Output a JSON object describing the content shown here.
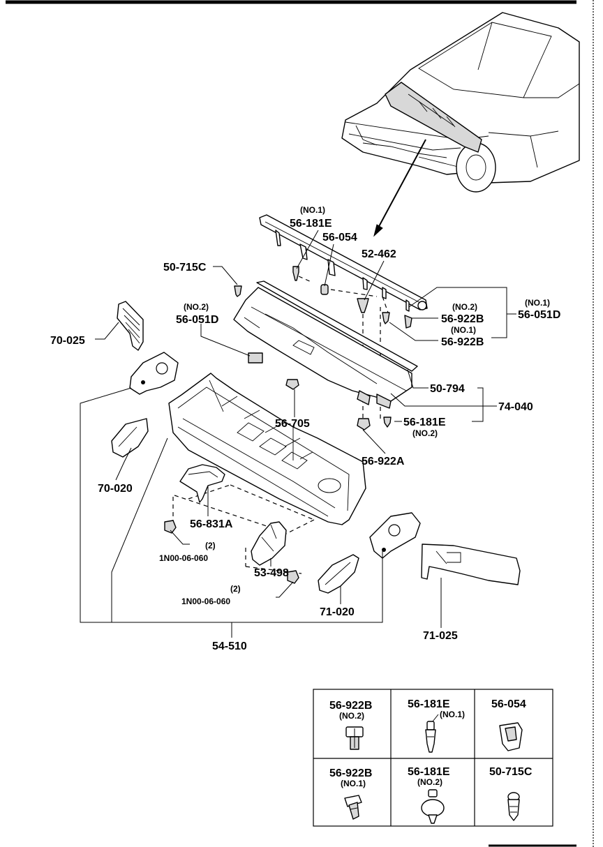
{
  "diagram": {
    "labels": {
      "p1_no": "(NO.1)",
      "p1": "56-181E",
      "p2": "56-054",
      "p3": "52-462",
      "p4": "50-715C",
      "p5_no": "(NO.2)",
      "p5": "56-051D",
      "p6": "70-025",
      "p7_no": "(NO.2)",
      "p7": "56-922B",
      "p8_no": "(NO.1)",
      "p8": "56-922B",
      "p9_no": "(NO.1)",
      "p9": "56-051D",
      "p10": "50-794",
      "p11": "74-040",
      "p12": "56-705",
      "p13": "56-181E",
      "p13_no": "(NO.2)",
      "p14": "70-020",
      "p15": "56-922A",
      "p16": "56-831A",
      "p17_qty": "(2)",
      "p17": "1N00-06-060",
      "p18": "53-498",
      "p19_qty": "(2)",
      "p19": "1N00-06-060",
      "p20": "71-020",
      "p21": "71-025",
      "p22": "54-510"
    },
    "legend": [
      {
        "part": "56-922B",
        "variant": "(NO.2)",
        "icon": "clip-no2-icon"
      },
      {
        "part": "56-181E",
        "variant": "(NO.1)",
        "icon": "pin-no1-icon"
      },
      {
        "part": "56-054",
        "variant": "",
        "icon": "grommet-icon"
      },
      {
        "part": "56-922B",
        "variant": "(NO.1)",
        "icon": "clip-no1-icon"
      },
      {
        "part": "56-181E",
        "variant": "(NO.2)",
        "icon": "pin-no2-icon"
      },
      {
        "part": "50-715C",
        "variant": "",
        "icon": "push-clip-icon"
      }
    ]
  }
}
